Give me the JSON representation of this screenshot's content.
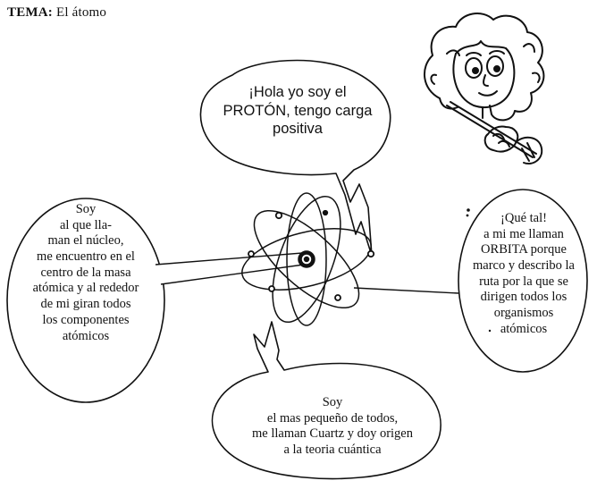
{
  "title": {
    "label": "TEMA:",
    "topic": "El átomo"
  },
  "bubbles": {
    "proton": {
      "lines": [
        "¡Hola yo soy el",
        "PROTÓN, tengo carga",
        "positiva"
      ]
    },
    "nucleus": {
      "lines": [
        "Soy",
        "al que lla-",
        "man el núcleo,",
        "me encuentro en el",
        "centro de la masa",
        "atómica y al rededor",
        "de mi giran todos",
        "los componentes",
        "atómicos"
      ]
    },
    "orbit": {
      "lines": [
        "¡Qué tal!",
        "a mi me llaman",
        "ORBITA porque",
        "marco y describo la",
        "ruta por la que se",
        "dirigen todos los",
        "organismos",
        "atómicos"
      ]
    },
    "quark": {
      "lines": [
        "Soy",
        "el mas pequeño de todos,",
        "me llaman Cuartz y doy origen",
        "a la teoria cuántica"
      ]
    }
  }
}
